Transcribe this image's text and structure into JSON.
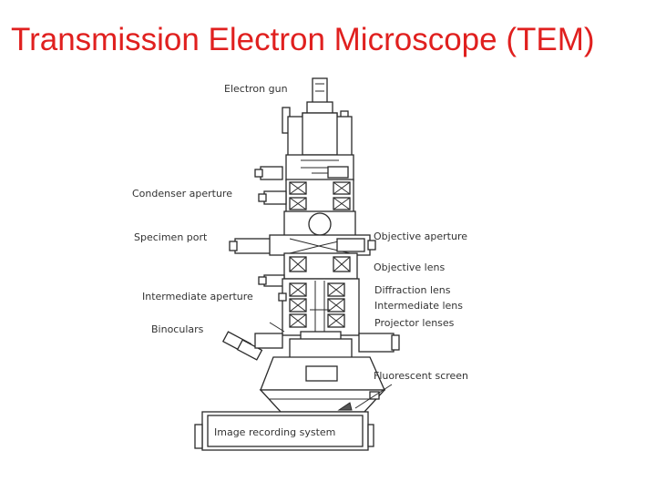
{
  "slide": {
    "title": "Transmission Electron Microscope (TEM)"
  },
  "diagram": {
    "labels": {
      "electron_gun": "Electron gun",
      "condenser_aperture": "Condenser aperture",
      "specimen_port": "Specimen port",
      "objective_aperture": "Objective aperture",
      "objective_lens": "Objective lens",
      "intermediate_aperture": "Intermediate aperture",
      "diffraction_lens": "Diffraction lens",
      "intermediate_lens": "Intermediate lens",
      "binoculars": "Binoculars",
      "projector_lenses": "Projector lenses",
      "fluorescent_screen": "Fluorescent screen",
      "image_recording_system": "Image recording system"
    }
  }
}
